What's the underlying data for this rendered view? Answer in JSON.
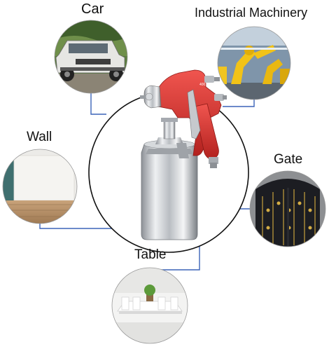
{
  "labels": {
    "car": "Car",
    "industrial": "Industrial Machinery",
    "wall": "Wall",
    "gate": "Gate",
    "table": "Table"
  },
  "colors": {
    "connector": "#3b63b8",
    "gun_body": "#d8332f",
    "circle_stroke": "#111111",
    "cup_metal": "#c9cdd2"
  },
  "icons": {
    "main": "spray-gun-icon"
  }
}
